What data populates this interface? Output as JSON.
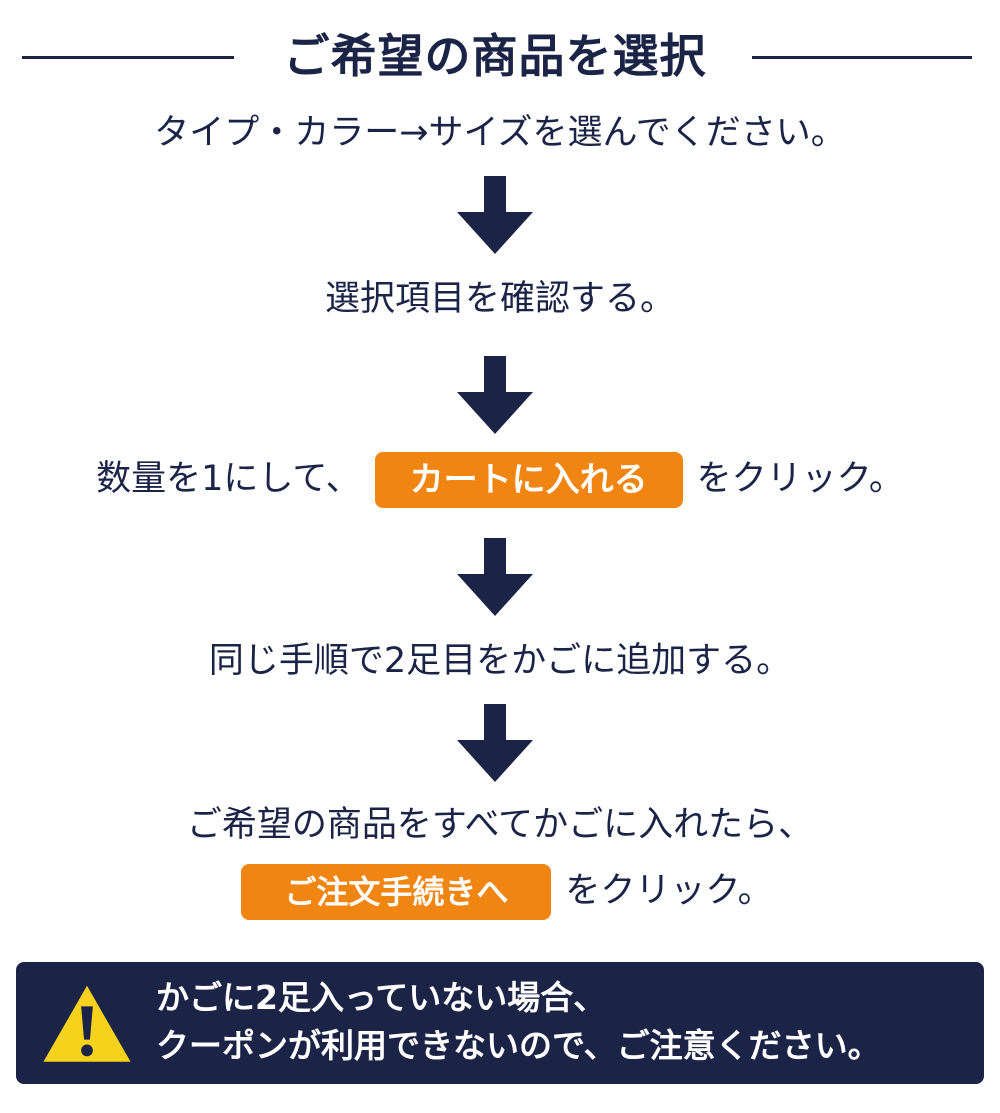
{
  "header": {
    "title": "ご希望の商品を選択"
  },
  "steps": [
    {
      "text": "タイプ・カラー→サイズを選んでください。"
    },
    {
      "text": "選択項目を確認する。"
    },
    {
      "before": "数量を1にして、",
      "button": "カートに入れる",
      "after": "をクリック。"
    },
    {
      "text": "同じ手順で2足目をかごに追加する。"
    },
    {
      "line1": "ご希望の商品をすべてかごに入れたら、",
      "button": "ご注文手続きへ",
      "after": "をクリック。"
    }
  ],
  "notice": {
    "icon": "warning-icon",
    "line1": "かごに2足入っていない場合、",
    "line2": "クーポンが利用できないので、ご注意ください。"
  },
  "colors": {
    "navy": "#1b2447",
    "orange": "#f08512",
    "warning_yellow": "#f7d21c"
  }
}
